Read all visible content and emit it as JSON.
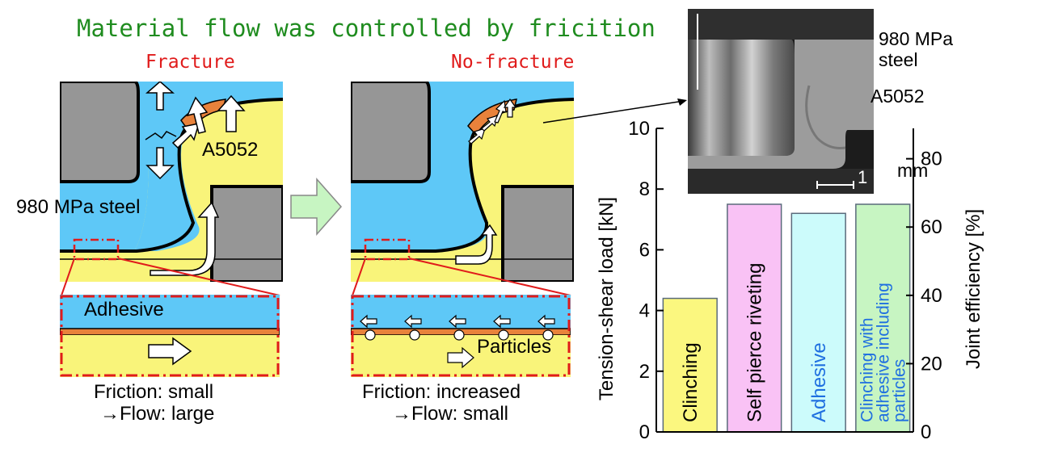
{
  "header": {
    "title": "Material flow was controlled by fricition",
    "left_state": "Fracture",
    "right_state": "No-fracture"
  },
  "left_panel": {
    "material_label_aluminum": "A5052",
    "material_label_steel": "980 MPa steel",
    "zoom_label": "Adhesive",
    "caption_line1": "Friction: small",
    "caption_line2": "→Flow: large"
  },
  "right_panel": {
    "zoom_label": "Particles",
    "caption_line1": "Friction: increased",
    "caption_line2": "→Flow: small"
  },
  "photo": {
    "steel_label_line1": "980 MPa",
    "steel_label_line2": "steel",
    "aluminum_label": "A5052",
    "scale_label": "1 mm"
  },
  "colors": {
    "steel_blue": "#5ec8f7",
    "aluminum_yellow": "#f9f47a",
    "die_gray": "#969696",
    "adhesive_orange": "#e8823b",
    "dashed_red": "#e01b1b",
    "title_green": "#1f8c1f"
  },
  "chart_data": {
    "type": "bar",
    "categories": [
      "Clinching",
      "Self pierce riveting",
      "Adhesive",
      "Clinching with adhesive including particles"
    ],
    "values": [
      4.4,
      7.5,
      7.2,
      7.5
    ],
    "bar_colors": [
      "#fbf77f",
      "#f9c2f5",
      "#ccfbfb",
      "#c7f5c2"
    ],
    "label_colors": [
      "#000000",
      "#000000",
      "#1f6fe0",
      "#1f6fe0"
    ],
    "ylabel": "Tension-shear load [kN]",
    "ylabel_right": "Joint efficiency [%]",
    "ylim": [
      0,
      10
    ],
    "yticks": [
      0,
      2,
      4,
      6,
      8,
      10
    ],
    "ylim_right": [
      0,
      88.9
    ],
    "yticks_right": [
      0,
      20,
      40,
      60,
      80
    ]
  }
}
